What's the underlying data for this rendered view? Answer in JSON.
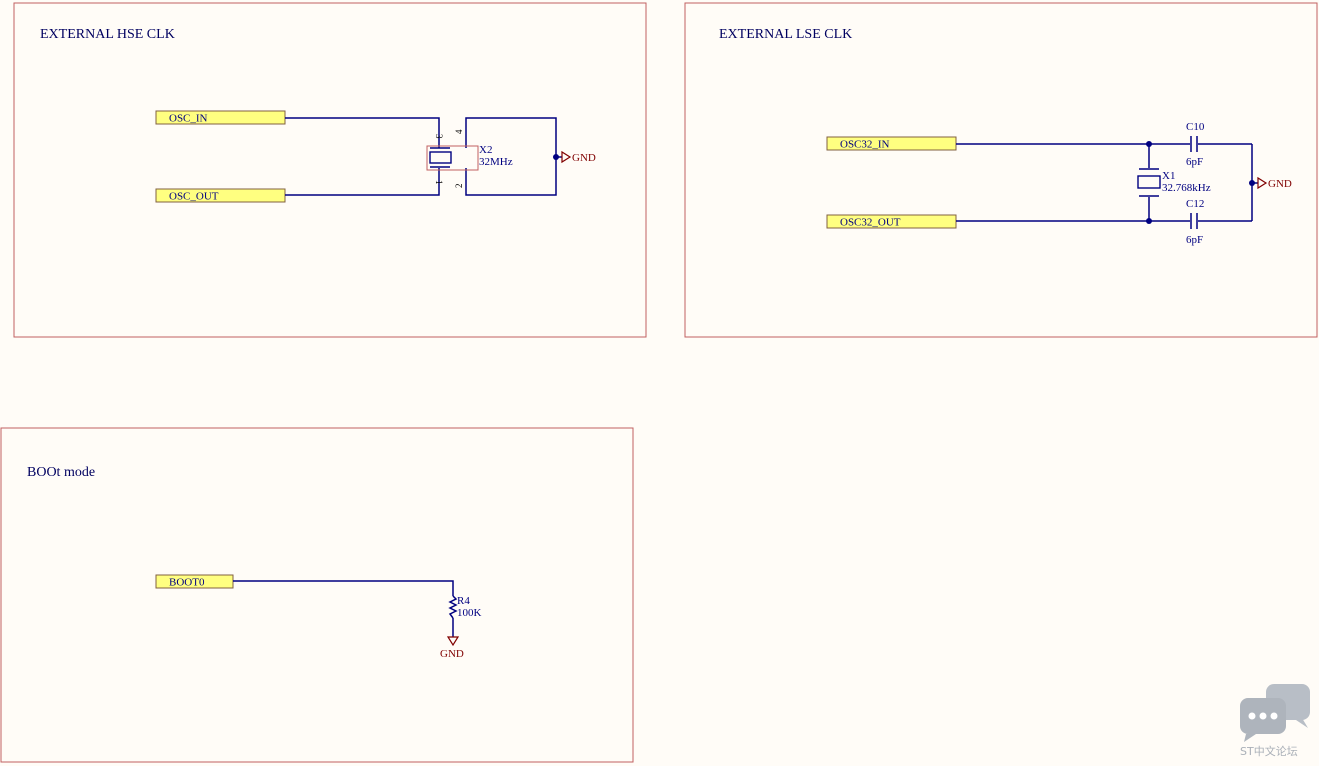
{
  "panels": {
    "hse": {
      "title": "EXTERNAL HSE CLK",
      "net_in": "OSC_IN",
      "net_out": "OSC_OUT",
      "crystal_ref": "X2",
      "crystal_value": "32MHz",
      "pins": [
        "3",
        "4",
        "1",
        "2"
      ],
      "gnd": "GND"
    },
    "lse": {
      "title": "EXTERNAL LSE CLK",
      "net_in": "OSC32_IN",
      "net_out": "OSC32_OUT",
      "crystal_ref": "X1",
      "crystal_value": "32.768kHz",
      "cap_top_ref": "C10",
      "cap_top_value": "6pF",
      "cap_bottom_ref": "C12",
      "cap_bottom_value": "6pF",
      "gnd": "GND"
    },
    "boot": {
      "title": "BOOt mode",
      "net": "BOOT0",
      "resistor_ref": "R4",
      "resistor_value": "100K",
      "gnd": "GND"
    }
  },
  "watermark": {
    "text": "ST中文论坛",
    "icon": "chat-bubbles-icon"
  },
  "colors": {
    "wire": "#000080",
    "frame": "#c06060",
    "net_flag_fill": "#ffff80",
    "gnd": "#800000",
    "background": "#fffcf7"
  }
}
